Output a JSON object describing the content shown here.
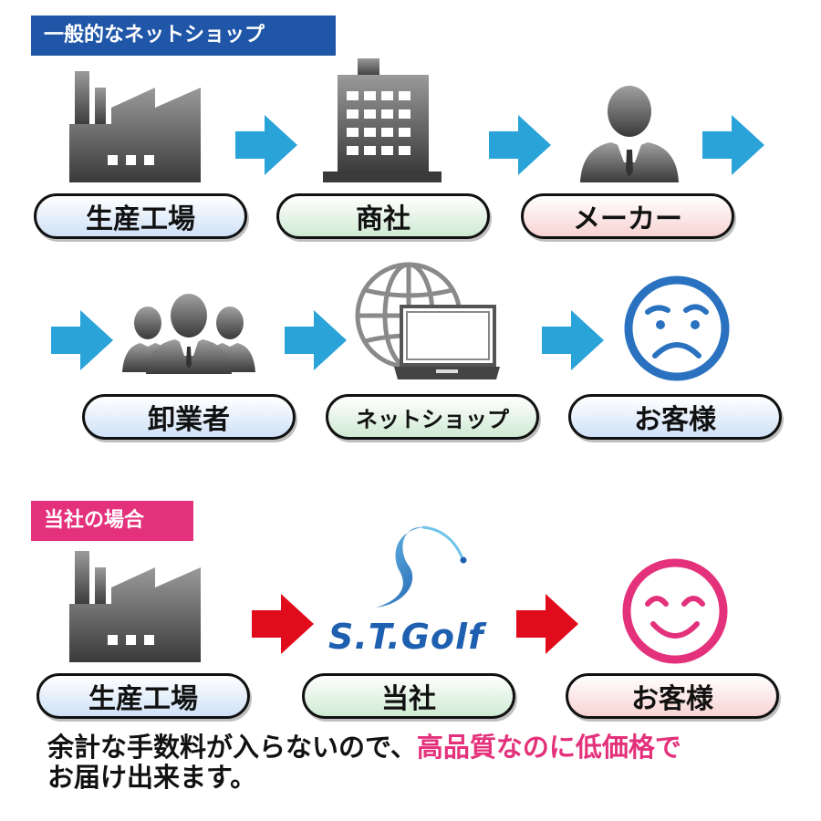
{
  "colors": {
    "general_header_bg": "#2056a8",
    "our_header_bg": "#e4317b",
    "flow_arrow": "#2aa3d8",
    "our_arrow": "#e00c1b",
    "sad_face": "#2a72c0",
    "happy_face": "#e4317b",
    "highlight_text": "#e4317b",
    "logo_blue": "#1f5fb0"
  },
  "general": {
    "title": "一般的なネットショップ",
    "steps": [
      {
        "icon": "factory-icon",
        "label": "生産工場"
      },
      {
        "icon": "office-building-icon",
        "label": "商社"
      },
      {
        "icon": "businessman-icon",
        "label": "メーカー"
      },
      {
        "icon": "group-of-people-icon",
        "label": "卸業者"
      },
      {
        "icon": "globe-laptop-icon",
        "label": "ネットショップ"
      },
      {
        "icon": "sad-face-icon",
        "label": "お客様"
      }
    ]
  },
  "ours": {
    "title": "当社の場合",
    "logo_text": "S.T.Golf",
    "steps": [
      {
        "icon": "factory-icon",
        "label": "生産工場"
      },
      {
        "icon": "st-golf-logo",
        "label": "当社"
      },
      {
        "icon": "happy-face-icon",
        "label": "お客様"
      }
    ]
  },
  "message": {
    "part1": "余計な手数料が入らないので、",
    "part2_highlight": "高品質なのに低価格で",
    "part3": "お届け出来ます。"
  }
}
